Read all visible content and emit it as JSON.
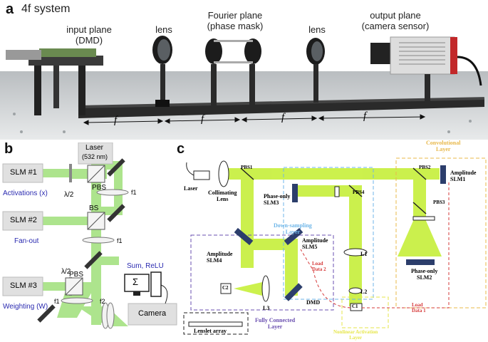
{
  "panel_a": {
    "label": "a",
    "title": "4f system",
    "captions": {
      "input": "input plane\n(DMD)",
      "lens1": "lens",
      "fourier": "Fourier plane\n(phase mask)",
      "lens2": "lens",
      "output": "output plane\n(camera sensor)"
    },
    "f_labels": [
      "f",
      "f",
      "f",
      "f"
    ]
  },
  "panel_b": {
    "label": "b",
    "laser": "Laser",
    "laser_wl": "(532 nm)",
    "slm1": "SLM #1",
    "slm2": "SLM #2",
    "slm3": "SLM #3",
    "activations": "Activations (x)",
    "fanout": "Fan-out",
    "weighting": "Weighting (W)",
    "halfwave1": "λ/2",
    "halfwave2": "λ/2",
    "pbs1": "PBS",
    "bs": "BS",
    "pbs2": "PBS",
    "f1a": "f1",
    "f1b": "f1",
    "f1c": "f1",
    "f2": "f2",
    "sum_relu": "Sum, ReLU",
    "camera": "Camera",
    "sigma": "Σ"
  },
  "panel_c": {
    "label": "c",
    "laser": "Laser",
    "collimating": "Collimating\nLens",
    "pbs1": "PBS1",
    "pbs2": "PBS2",
    "pbs3": "PBS3",
    "pbs4": "PBS4",
    "amp_slm1": "Amplitude\nSLM1",
    "phase_slm2": "Phase-only\nSLM2",
    "phase_slm3": "Phase-only\nSLM3",
    "amp_slm4": "Amplitude\nSLM4",
    "amp_slm5": "Amplitude\nSLM5",
    "dmd": "DMD",
    "l1": "L1",
    "l2": "L2",
    "l3": "L3",
    "c1": "C1",
    "c2": "C2",
    "load_data1": "Load\nData 1",
    "load_data2": "Load\nData 2",
    "conv_layer": "Convolutional\nLayer",
    "down_layer": "Down-sampling\nLayer",
    "fc_layer": "Fully Connected\nLayer",
    "nonlinear_layer": "Nonlinear Activation\nLayer",
    "lenslet": "Lenslet array",
    "colors": {
      "beam": "#c6ef3a",
      "conv": "#e8b84a",
      "down": "#6fb6e8",
      "fc": "#6a4fb0",
      "nonlinear": "#e6e64a",
      "load": "#d63a3a"
    }
  }
}
